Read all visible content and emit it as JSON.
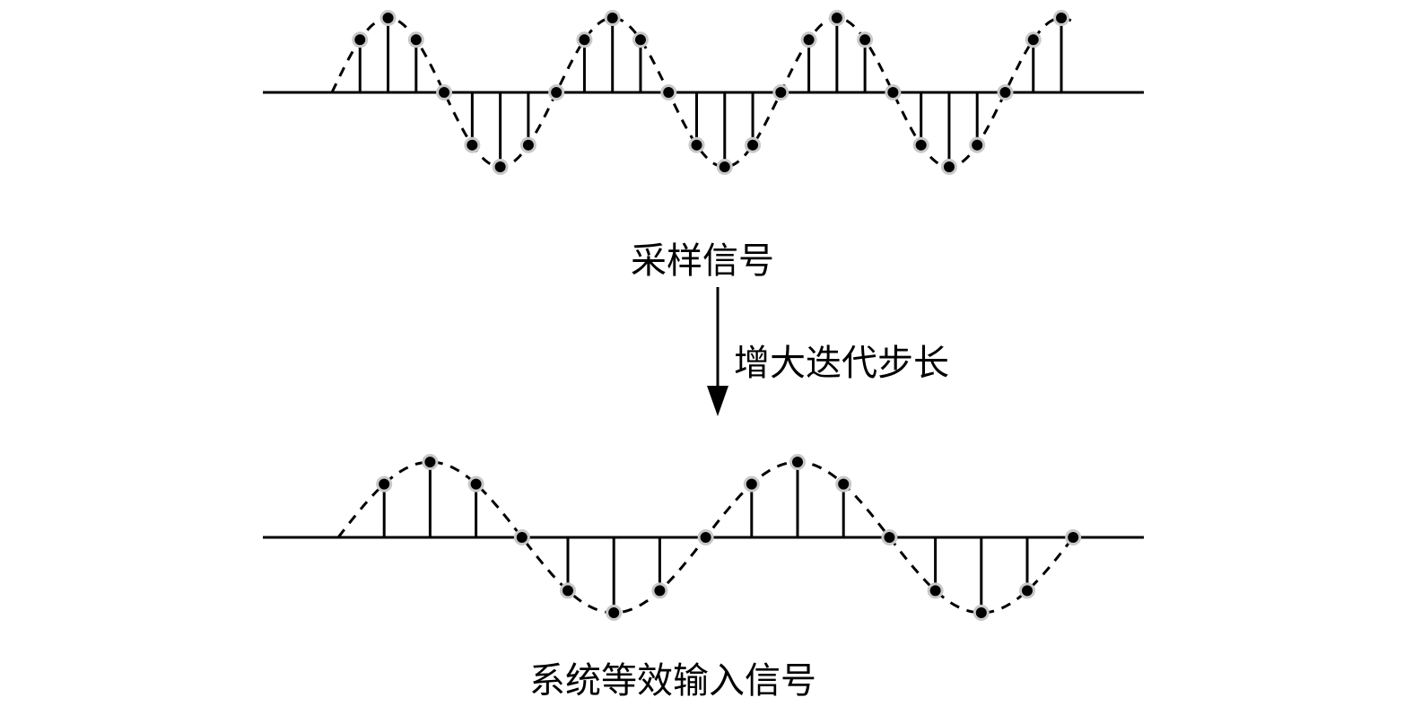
{
  "top_signal": {
    "label": "采样信号",
    "samples_per_cycle": 8,
    "first_sample_index": 1,
    "sample_count": 26,
    "amplitude": 1
  },
  "arrow": {
    "label": "增大迭代步长"
  },
  "bottom_signal": {
    "label": "系统等效输入信号",
    "samples_per_cycle": 8,
    "first_sample_index": 1,
    "sample_count": 16,
    "amplitude": 1
  },
  "colors": {
    "line": "#000000",
    "dot": "#000000",
    "dot_ring": "#c8c8c8"
  }
}
